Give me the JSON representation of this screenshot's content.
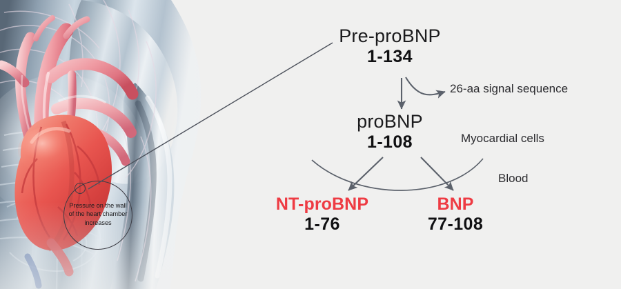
{
  "figure": {
    "background_color": "#f0f0ef",
    "accent_red": "#ee3b43",
    "ink": "#1b1b1d",
    "line_color": "#5b616b"
  },
  "anatomy": {
    "alt": "translucent human torso with anatomical heart",
    "callout": {
      "line1": "Pressure on the wall",
      "line2": "of the heart chamber",
      "line3": "increases"
    }
  },
  "nodes": {
    "pre_probnp": {
      "name": "Pre-proBNP",
      "range": "1-134"
    },
    "probnp": {
      "name": "proBNP",
      "range": "1-108"
    },
    "nt_probnp": {
      "name": "NT-proBNP",
      "range": "1-76"
    },
    "bnp": {
      "name": "BNP",
      "range": "77-108"
    }
  },
  "labels": {
    "signal_sequence": "26-aa signal sequence",
    "myocardial_cells": "Myocardial cells",
    "blood": "Blood"
  }
}
